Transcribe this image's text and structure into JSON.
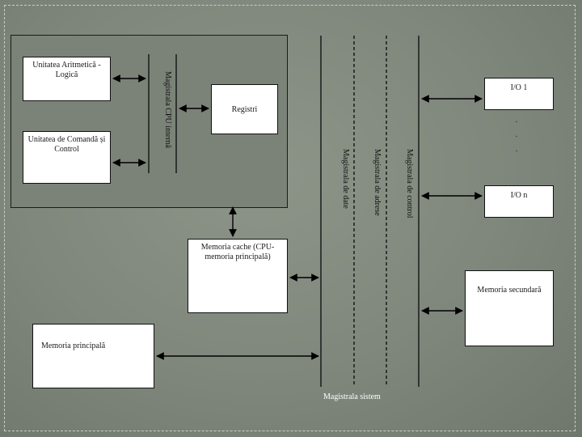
{
  "units": {
    "alu": "Unitatea Aritmetică -Logică",
    "control": "Unitatea de Comandă și Control",
    "registers": "Registri",
    "internal_bus": "Magistrala CPU internă",
    "io_first": "I/O 1",
    "io_dots": "· · ·",
    "io_last": "I/O n",
    "cache": "Memoria cache (CPU-memoria principală)",
    "secondary": "Memoria secundară",
    "main_memory": "Memoria principală"
  },
  "buses": {
    "data": "Magistrala de date",
    "address": "Magistrala de adrese",
    "control": "Magistrala de control",
    "system": "Magistrala sistem"
  }
}
